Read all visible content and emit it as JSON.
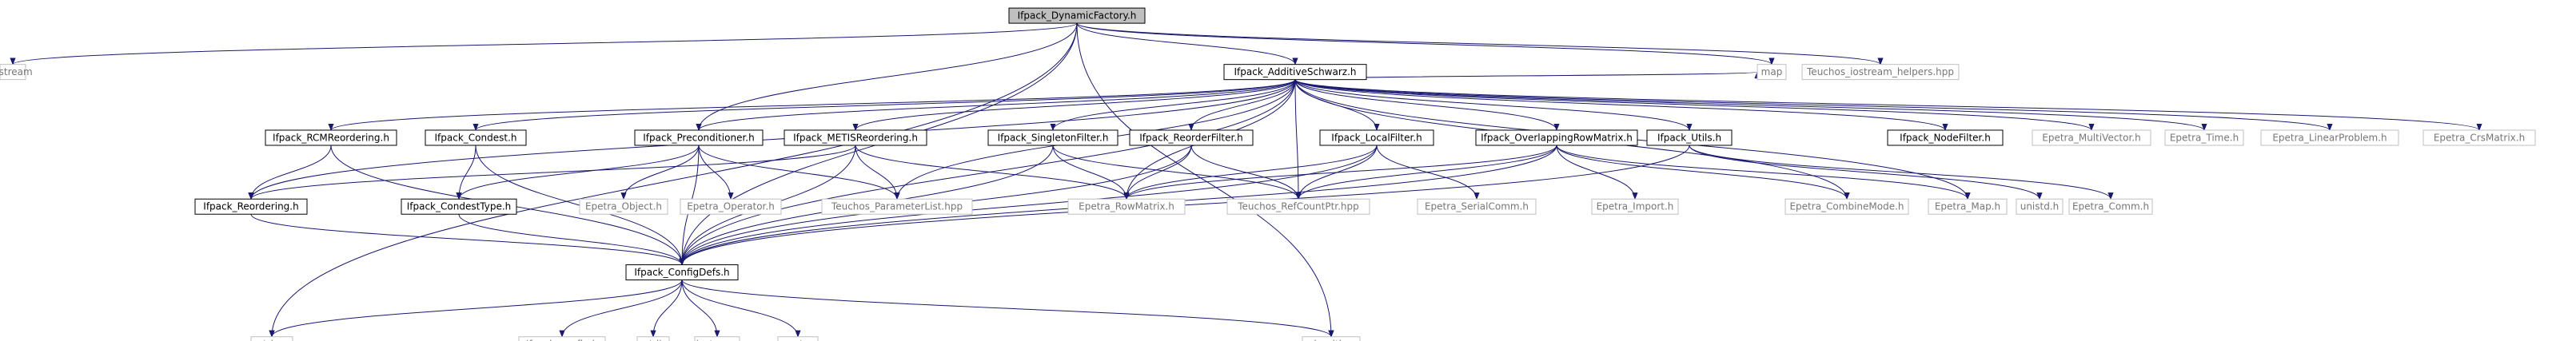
{
  "colors": {
    "edge": "#191970",
    "root_fill": "#bfbfbf",
    "documented_border": "#000000",
    "external_border": "#bfbfbf",
    "node_fill": "#ffffff",
    "documented_text": "#000000",
    "external_text": "#777777"
  },
  "nodes": {
    "dynamicfactory": {
      "label": "Ifpack_DynamicFactory.h",
      "kind": "root"
    },
    "ostream": {
      "label": "ostream",
      "kind": "external"
    },
    "map": {
      "label": "map",
      "kind": "external"
    },
    "teuchos_iostream": {
      "label": "Teuchos_iostream_helpers.hpp",
      "kind": "external"
    },
    "additiveschwarz": {
      "label": "Ifpack_AdditiveSchwarz.h",
      "kind": "documented"
    },
    "rcmreordering": {
      "label": "Ifpack_RCMReordering.h",
      "kind": "documented"
    },
    "condest": {
      "label": "Ifpack_Condest.h",
      "kind": "documented"
    },
    "preconditioner": {
      "label": "Ifpack_Preconditioner.h",
      "kind": "documented"
    },
    "metisreordering": {
      "label": "Ifpack_METISReordering.h",
      "kind": "documented"
    },
    "singletonfilter": {
      "label": "Ifpack_SingletonFilter.h",
      "kind": "documented"
    },
    "reorderfilter": {
      "label": "Ifpack_ReorderFilter.h",
      "kind": "documented"
    },
    "localfilter": {
      "label": "Ifpack_LocalFilter.h",
      "kind": "documented"
    },
    "overlappingrowmatrix": {
      "label": "Ifpack_OverlappingRowMatrix.h",
      "kind": "documented"
    },
    "utils": {
      "label": "Ifpack_Utils.h",
      "kind": "documented"
    },
    "nodefilter": {
      "label": "Ifpack_NodeFilter.h",
      "kind": "documented"
    },
    "multivector": {
      "label": "Epetra_MultiVector.h",
      "kind": "external"
    },
    "time": {
      "label": "Epetra_Time.h",
      "kind": "external"
    },
    "linearproblem": {
      "label": "Epetra_LinearProblem.h",
      "kind": "external"
    },
    "crsmatrix": {
      "label": "Epetra_CrsMatrix.h",
      "kind": "external"
    },
    "reordering": {
      "label": "Ifpack_Reordering.h",
      "kind": "documented"
    },
    "condesttype": {
      "label": "Ifpack_CondestType.h",
      "kind": "documented"
    },
    "epetra_object": {
      "label": "Epetra_Object.h",
      "kind": "external"
    },
    "epetra_operator": {
      "label": "Epetra_Operator.h",
      "kind": "external"
    },
    "parameterlist": {
      "label": "Teuchos_ParameterList.hpp",
      "kind": "external"
    },
    "rowmatrix": {
      "label": "Epetra_RowMatrix.h",
      "kind": "external"
    },
    "rcpptr": {
      "label": "Teuchos_RefCountPtr.hpp",
      "kind": "external"
    },
    "serialcomm": {
      "label": "Epetra_SerialComm.h",
      "kind": "external"
    },
    "epetra_import": {
      "label": "Epetra_Import.h",
      "kind": "external"
    },
    "combinemode": {
      "label": "Epetra_CombineMode.h",
      "kind": "external"
    },
    "epetra_map": {
      "label": "Epetra_Map.h",
      "kind": "external"
    },
    "unistd": {
      "label": "unistd.h",
      "kind": "external"
    },
    "epetra_comm": {
      "label": "Epetra_Comm.h",
      "kind": "external"
    },
    "configdefs": {
      "label": "Ifpack_ConfigDefs.h",
      "kind": "documented"
    },
    "string": {
      "label": "string",
      "kind": "external"
    },
    "ifpack_config": {
      "label": "Ifpack_config.h",
      "kind": "external"
    },
    "cstdio": {
      "label": "cstdio",
      "kind": "external"
    },
    "iostream": {
      "label": "iostream",
      "kind": "external"
    },
    "vector": {
      "label": "vector",
      "kind": "external"
    },
    "algorithm": {
      "label": "algorithm",
      "kind": "external"
    }
  },
  "edges": [
    [
      "dynamicfactory",
      "ostream"
    ],
    [
      "dynamicfactory",
      "map"
    ],
    [
      "dynamicfactory",
      "teuchos_iostream"
    ],
    [
      "dynamicfactory",
      "additiveschwarz"
    ],
    [
      "dynamicfactory",
      "preconditioner"
    ],
    [
      "dynamicfactory",
      "configdefs"
    ],
    [
      "dynamicfactory",
      "string"
    ],
    [
      "dynamicfactory",
      "algorithm"
    ],
    [
      "additiveschwarz",
      "rcmreordering"
    ],
    [
      "additiveschwarz",
      "condest"
    ],
    [
      "additiveschwarz",
      "preconditioner"
    ],
    [
      "additiveschwarz",
      "metisreordering"
    ],
    [
      "additiveschwarz",
      "singletonfilter"
    ],
    [
      "additiveschwarz",
      "reorderfilter"
    ],
    [
      "additiveschwarz",
      "localfilter"
    ],
    [
      "additiveschwarz",
      "overlappingrowmatrix"
    ],
    [
      "additiveschwarz",
      "utils"
    ],
    [
      "additiveschwarz",
      "nodefilter"
    ],
    [
      "additiveschwarz",
      "multivector"
    ],
    [
      "additiveschwarz",
      "time"
    ],
    [
      "additiveschwarz",
      "linearproblem"
    ],
    [
      "additiveschwarz",
      "crsmatrix"
    ],
    [
      "additiveschwarz",
      "map"
    ],
    [
      "additiveschwarz",
      "reordering"
    ],
    [
      "additiveschwarz",
      "parameterlist"
    ],
    [
      "additiveschwarz",
      "rowmatrix"
    ],
    [
      "additiveschwarz",
      "rcpptr"
    ],
    [
      "additiveschwarz",
      "combinemode"
    ],
    [
      "additiveschwarz",
      "epetra_map"
    ],
    [
      "additiveschwarz",
      "configdefs"
    ],
    [
      "rcmreordering",
      "reordering"
    ],
    [
      "rcmreordering",
      "configdefs"
    ],
    [
      "condest",
      "condesttype"
    ],
    [
      "condest",
      "configdefs"
    ],
    [
      "preconditioner",
      "condesttype"
    ],
    [
      "preconditioner",
      "epetra_object"
    ],
    [
      "preconditioner",
      "epetra_operator"
    ],
    [
      "preconditioner",
      "parameterlist"
    ],
    [
      "preconditioner",
      "configdefs"
    ],
    [
      "metisreordering",
      "reordering"
    ],
    [
      "metisreordering",
      "parameterlist"
    ],
    [
      "metisreordering",
      "rowmatrix"
    ],
    [
      "metisreordering",
      "configdefs"
    ],
    [
      "singletonfilter",
      "rowmatrix"
    ],
    [
      "singletonfilter",
      "rcpptr"
    ],
    [
      "singletonfilter",
      "configdefs"
    ],
    [
      "reorderfilter",
      "rowmatrix"
    ],
    [
      "reorderfilter",
      "rcpptr"
    ],
    [
      "reorderfilter",
      "configdefs"
    ],
    [
      "localfilter",
      "rowmatrix"
    ],
    [
      "localfilter",
      "rcpptr"
    ],
    [
      "localfilter",
      "serialcomm"
    ],
    [
      "localfilter",
      "configdefs"
    ],
    [
      "overlappingrowmatrix",
      "rowmatrix"
    ],
    [
      "overlappingrowmatrix",
      "rcpptr"
    ],
    [
      "overlappingrowmatrix",
      "epetra_import"
    ],
    [
      "overlappingrowmatrix",
      "combinemode"
    ],
    [
      "overlappingrowmatrix",
      "epetra_map"
    ],
    [
      "overlappingrowmatrix",
      "configdefs"
    ],
    [
      "utils",
      "unistd"
    ],
    [
      "utils",
      "epetra_comm"
    ],
    [
      "utils",
      "configdefs"
    ],
    [
      "reordering",
      "configdefs"
    ],
    [
      "condesttype",
      "configdefs"
    ],
    [
      "configdefs",
      "string"
    ],
    [
      "configdefs",
      "ifpack_config"
    ],
    [
      "configdefs",
      "cstdio"
    ],
    [
      "configdefs",
      "iostream"
    ],
    [
      "configdefs",
      "vector"
    ],
    [
      "configdefs",
      "algorithm"
    ]
  ]
}
